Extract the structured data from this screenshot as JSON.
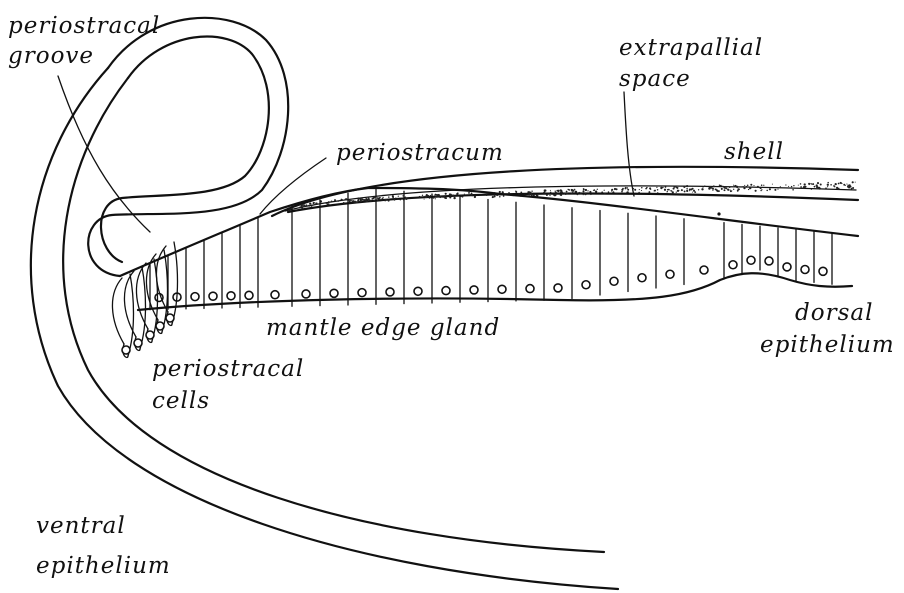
{
  "labels": {
    "periostracal_groove_1": "periostracal",
    "periostracal_groove_2": "groove",
    "extrapallial_space_1": "extrapallial",
    "extrapallial_space_2": "space",
    "periostracum": "periostracum",
    "shell": "shell",
    "mantle_edge_gland": "mantle edge gland",
    "dorsal_epithelium_1": "dorsal",
    "dorsal_epithelium_2": "epithelium",
    "periostracal_cells_1": "periostracal",
    "periostracal_cells_2": "cells",
    "ventral_epithelium_1": "ventral",
    "ventral_epithelium_2": "epithelium"
  }
}
